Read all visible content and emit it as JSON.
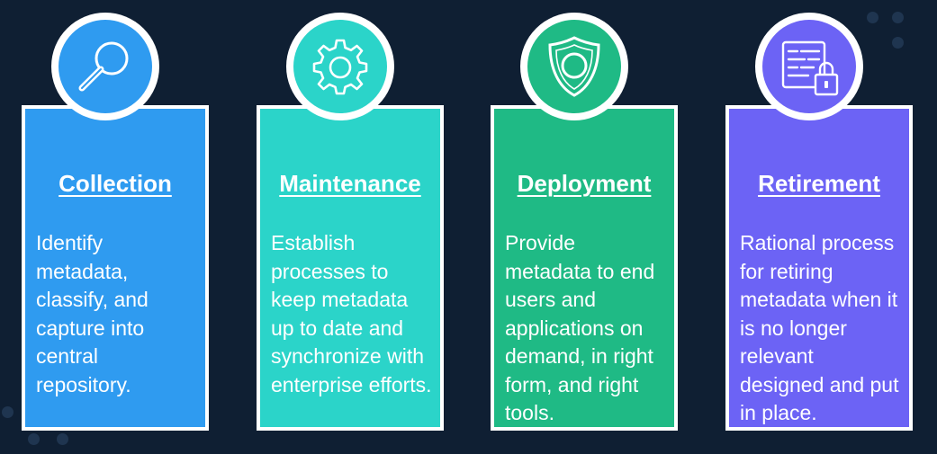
{
  "colors": {
    "background": "#0f1f33",
    "collection": "#2f9bf0",
    "maintenance": "#2bd4c9",
    "deployment": "#1fba85",
    "retirement": "#6c63f5"
  },
  "stages": [
    {
      "title": "Collection",
      "icon": "magnifier-icon",
      "body": "Identify metadata, classify, and capture into central repository."
    },
    {
      "title": "Maintenance",
      "icon": "gear-icon",
      "body": "Establish processes to keep metadata up to date and synchronize with enterprise efforts."
    },
    {
      "title": "Deployment",
      "icon": "shield-icon",
      "body": "Provide metadata to end users and applications on demand, in right form, and right tools."
    },
    {
      "title": "Retirement",
      "icon": "locked-document-icon",
      "body": "Rational process for retiring metadata when it is no longer relevant designed and put in place."
    }
  ]
}
